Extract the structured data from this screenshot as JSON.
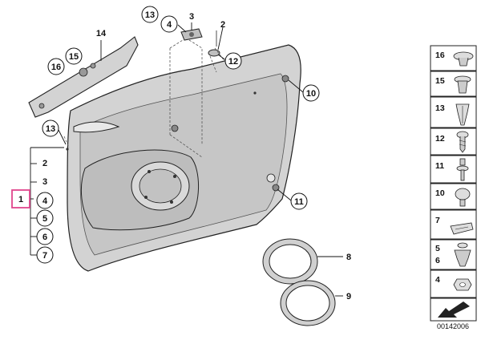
{
  "diagram": {
    "callouts": {
      "c1": "1",
      "c2": "2",
      "c3": "3",
      "c4": "4",
      "c5": "5",
      "c6": "6",
      "c7": "7",
      "c8": "8",
      "c9": "9",
      "c10": "10",
      "c11": "11",
      "c12": "12",
      "c13a": "13",
      "c13b": "13",
      "c14": "14",
      "c15": "15",
      "c16": "16",
      "top2": "2",
      "top3": "3",
      "top4": "4"
    },
    "legend": [
      {
        "id": "16",
        "label": "16",
        "icon": "push-cap-icon"
      },
      {
        "id": "15",
        "label": "15",
        "icon": "expanding-rivet-icon"
      },
      {
        "id": "13",
        "label": "13",
        "icon": "clip-fastener-icon"
      },
      {
        "id": "12",
        "label": "12",
        "icon": "screw-icon"
      },
      {
        "id": "11",
        "label": "11",
        "icon": "bolt-with-washer-icon"
      },
      {
        "id": "10",
        "label": "10",
        "icon": "button-clip-icon"
      },
      {
        "id": "7",
        "label": "7",
        "icon": "spring-clip-icon"
      },
      {
        "id": "56",
        "label": "5",
        "label2": "6",
        "icon": "plastic-rivet-icon"
      },
      {
        "id": "4",
        "label": "4",
        "icon": "hex-nut-icon"
      }
    ],
    "diagram_code": "00142006",
    "highlight_color": "#e0458c"
  }
}
